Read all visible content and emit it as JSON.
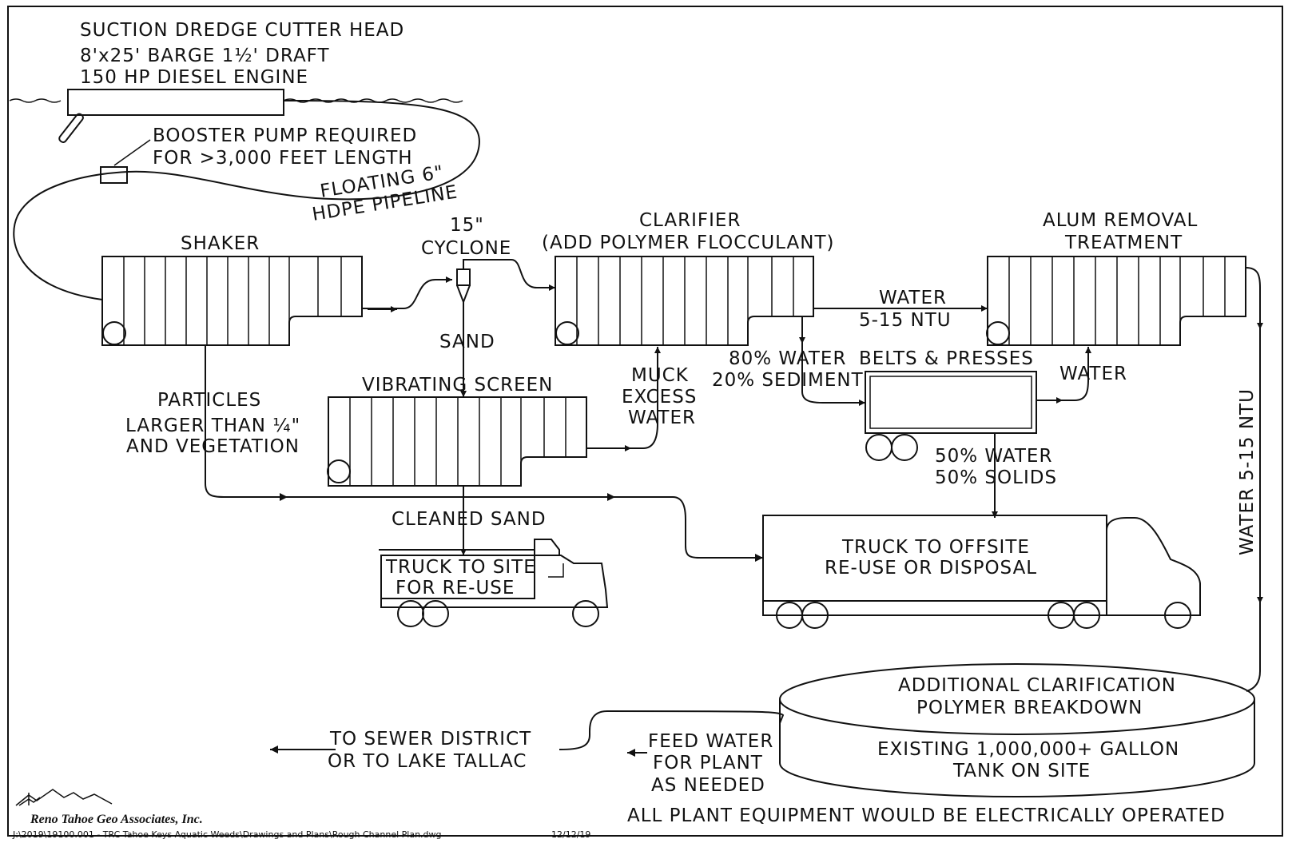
{
  "dredge": {
    "line1": "SUCTION DREDGE CUTTER HEAD",
    "line2": "8'x25' BARGE 1½' DRAFT",
    "line3": "150 HP DIESEL ENGINE"
  },
  "booster": {
    "line1": "BOOSTER PUMP REQUIRED",
    "line2": "FOR >3,000 FEET LENGTH"
  },
  "pipeline": {
    "line1": "FLOATING 6\"",
    "line2": "HDPE PIPELINE"
  },
  "shaker": "SHAKER",
  "cyclone": {
    "line1": "15\"",
    "line2": "CYCLONE"
  },
  "clarifier": {
    "line1": "CLARIFIER",
    "line2": "(ADD POLYMER FLOCCULANT)"
  },
  "alum": {
    "line1": "ALUM REMOVAL",
    "line2": "TREATMENT"
  },
  "water_ntu": {
    "line1": "WATER",
    "line2": "5-15 NTU"
  },
  "sand": "SAND",
  "vibrating_screen": "VIBRATING SCREEN",
  "muck": {
    "line1": "MUCK",
    "line2": "EXCESS",
    "line3": "WATER"
  },
  "sediment": {
    "line1": "80% WATER",
    "line2": "20% SEDIMENT"
  },
  "belts": "BELTS & PRESSES",
  "water_return": "WATER",
  "particles": {
    "line1": "PARTICLES",
    "line2": "LARGER THAN ¼\"",
    "line3": "AND VEGETATION"
  },
  "solids": {
    "line1": "50% WATER",
    "line2": "50% SOLIDS"
  },
  "side_water": "WATER 5-15 NTU",
  "cleaned_sand": "CLEANED SAND",
  "truck_site": {
    "line1": "TRUCK TO SITE",
    "line2": "FOR RE-USE"
  },
  "truck_offsite": {
    "line1": "TRUCK TO OFFSITE",
    "line2": "RE-USE OR DISPOSAL"
  },
  "tank": {
    "line1": "ADDITIONAL CLARIFICATION",
    "line2": "POLYMER BREAKDOWN",
    "line3": "EXISTING 1,000,000+ GALLON",
    "line4": "TANK ON SITE"
  },
  "sewer": {
    "line1": "TO SEWER DISTRICT",
    "line2": "OR TO LAKE TALLAC"
  },
  "feed": {
    "line1": "FEED WATER",
    "line2": "FOR PLANT",
    "line3": "AS NEEDED"
  },
  "footer_note": "ALL PLANT EQUIPMENT WOULD BE ELECTRICALLY OPERATED",
  "firm": "Reno Tahoe Geo Associates, Inc.",
  "file_path": "J:\\2019\\19100.001 - TRC Tahoe Keys Aquatic Weeds\\Drawings and Plans\\Rough Channel Plan.dwg",
  "date": "12/12/19"
}
